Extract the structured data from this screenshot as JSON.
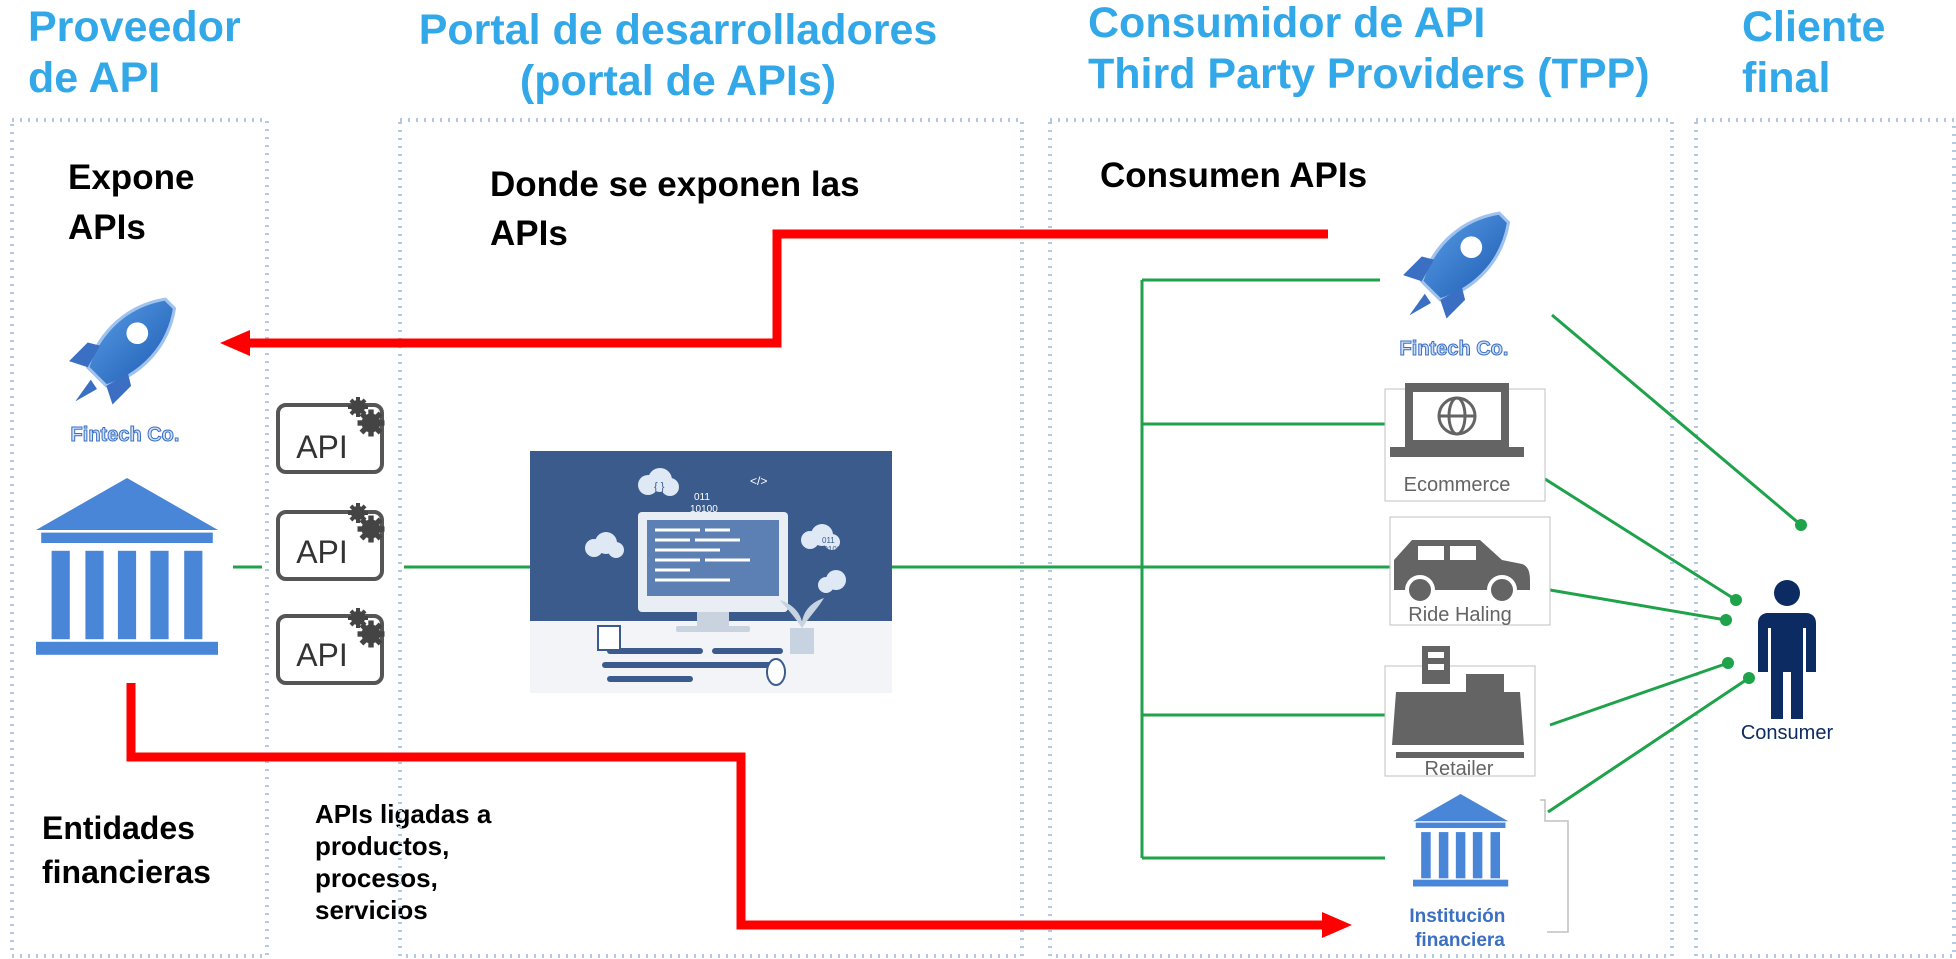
{
  "headers": {
    "provider": [
      "Proveedor",
      "de API"
    ],
    "portal": [
      "Portal de desarrolladores",
      "(portal de APIs)"
    ],
    "consumer": [
      "Consumidor de API",
      "Third Party Providers (TPP)"
    ],
    "client": [
      "Cliente",
      "final"
    ]
  },
  "provider": {
    "expone": [
      "Expone",
      "APIs"
    ],
    "fintech_logo": "Fintech Co.",
    "entidades": [
      "Entidades",
      "financieras"
    ],
    "bank_icon": "bank-icon"
  },
  "portal": {
    "donde": [
      "Donde se exponen las",
      "APIs"
    ],
    "api_badges": [
      "API",
      "API",
      "API"
    ],
    "apis_ligadas": [
      "APIs ligadas a",
      "productos,",
      "procesos,",
      "servicios"
    ],
    "binary_labels": [
      "011",
      "10100",
      "011",
      "10100"
    ],
    "code_tags": [
      "</>",
      "{ }",
      "</>"
    ]
  },
  "consumer": {
    "consumen": "Consumen APIs",
    "tpps": [
      "Fintech Co.",
      "Ecommerce",
      "Ride Haling",
      "Retailer",
      "Institución financiera"
    ]
  },
  "client": {
    "consumer_label": "Consumer"
  },
  "colors": {
    "header_blue": "#33a8e8",
    "icon_blue": "#3a6fc4",
    "arrow_red": "#ff0000",
    "connector_green": "#1ea24a",
    "divider_dotted": "#b3c9e3",
    "screen_navy": "#3b5b8d",
    "person_navy": "#0c2b62"
  }
}
